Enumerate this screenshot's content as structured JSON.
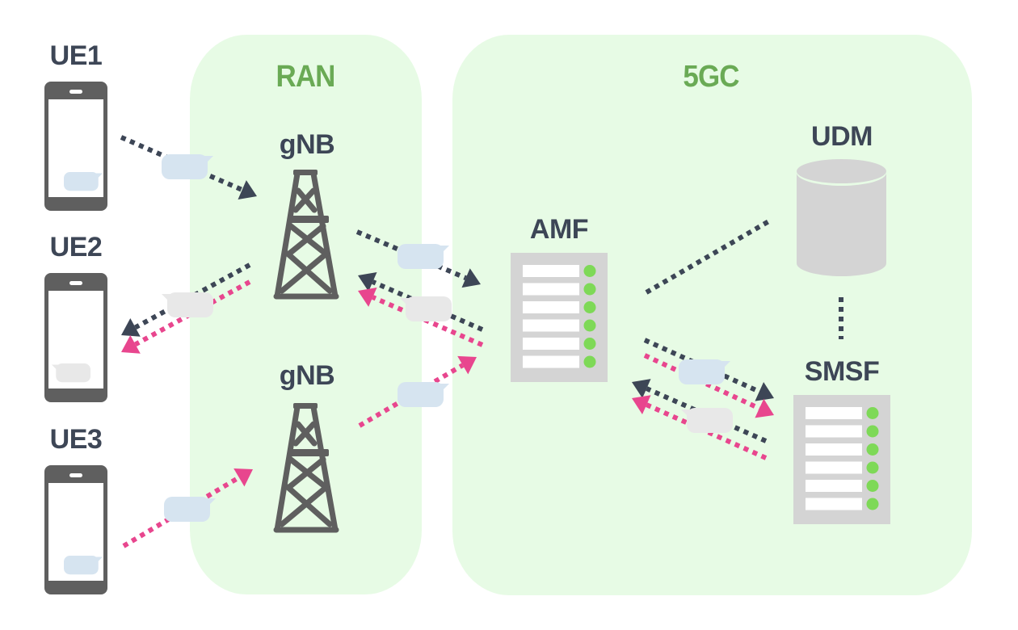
{
  "regions": {
    "ran": {
      "label": "RAN"
    },
    "core": {
      "label": "5GC"
    }
  },
  "nodes": {
    "ue1": {
      "label": "UE1",
      "bubble": "blue"
    },
    "ue2": {
      "label": "UE2",
      "bubble": "gray"
    },
    "ue3": {
      "label": "UE3",
      "bubble": "blue"
    },
    "gnb1": {
      "label": "gNB"
    },
    "gnb2": {
      "label": "gNB"
    },
    "amf": {
      "label": "AMF",
      "rows": 6
    },
    "udm": {
      "label": "UDM"
    },
    "smsf": {
      "label": "SMSF",
      "rows": 6
    }
  },
  "colors": {
    "region_fill": "#e7fbe5",
    "region_label": "#6aaa55",
    "node_label": "#3d4656",
    "device": "#5f5f5f",
    "server": "#d4d4d4",
    "led": "#7ed957",
    "arrow_dark": "#3d4656",
    "arrow_pink": "#e8468e",
    "bubble_blue": "#d6e4f0",
    "bubble_gray": "#e8e8e8"
  },
  "flows": [
    {
      "id": "ue1-to-gnb1",
      "from": "UE1",
      "to": "gNB",
      "color": "dark",
      "message": "blue"
    },
    {
      "id": "gnb1-to-amf",
      "from": "gNB",
      "to": "AMF",
      "color": "dark",
      "message": "blue"
    },
    {
      "id": "amf-to-gnb1-dark",
      "from": "AMF",
      "to": "gNB",
      "color": "dark",
      "message": "gray"
    },
    {
      "id": "amf-to-gnb1-pink",
      "from": "AMF",
      "to": "gNB",
      "color": "pink",
      "message": "gray"
    },
    {
      "id": "gnb1-to-ue2-dark",
      "from": "gNB",
      "to": "UE2",
      "color": "dark",
      "message": "gray"
    },
    {
      "id": "gnb1-to-ue2-pink",
      "from": "gNB",
      "to": "UE2",
      "color": "pink",
      "message": "gray"
    },
    {
      "id": "ue3-to-gnb2",
      "from": "UE3",
      "to": "gNB",
      "color": "pink",
      "message": "blue"
    },
    {
      "id": "gnb2-to-amf",
      "from": "gNB",
      "to": "AMF",
      "color": "pink",
      "message": "blue"
    },
    {
      "id": "amf-to-smsf-dark",
      "from": "AMF",
      "to": "SMSF",
      "color": "dark",
      "message": "blue"
    },
    {
      "id": "amf-to-smsf-pink",
      "from": "AMF",
      "to": "SMSF",
      "color": "pink",
      "message": "blue"
    },
    {
      "id": "smsf-to-amf-dark",
      "from": "SMSF",
      "to": "AMF",
      "color": "dark",
      "message": "gray"
    },
    {
      "id": "smsf-to-amf-pink",
      "from": "SMSF",
      "to": "AMF",
      "color": "pink",
      "message": "gray"
    },
    {
      "id": "amf-udm-link",
      "from": "AMF",
      "to": "UDM",
      "color": "dark",
      "message": null
    },
    {
      "id": "udm-smsf-link",
      "from": "UDM",
      "to": "SMSF",
      "color": "dark",
      "message": null
    }
  ]
}
